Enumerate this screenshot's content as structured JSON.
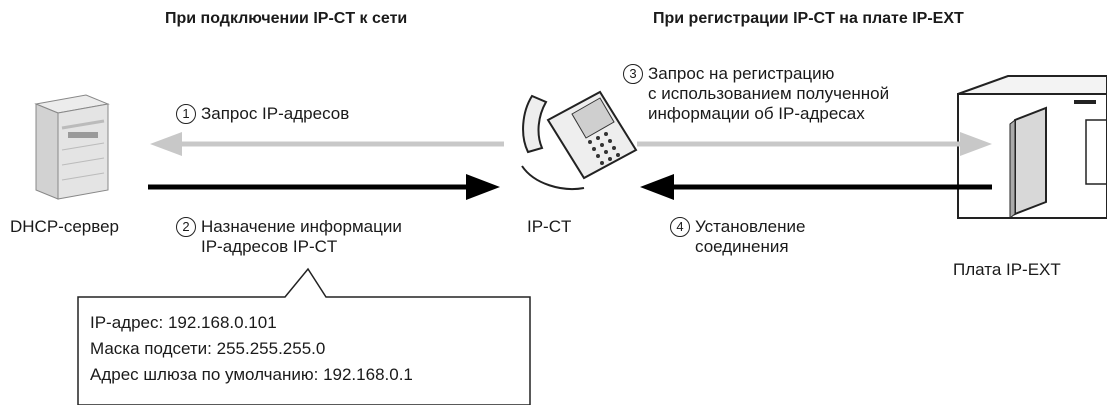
{
  "headings": {
    "left": "При подключении IP-CT к сети",
    "right": "При регистрации IP-CT на плате IP-EXT"
  },
  "devices": {
    "dhcp_server": "DHCP-сервер",
    "ip_ct": "IP-CT",
    "ip_ext_card": "Плата IP-EXT"
  },
  "steps": [
    {
      "number": "1",
      "lines": [
        "Запрос IP-адресов"
      ]
    },
    {
      "number": "2",
      "lines": [
        "Назначение информации",
        "IP-адресов IP-CT"
      ]
    },
    {
      "number": "3",
      "lines": [
        "Запрос на регистрацию",
        "с использованием полученной",
        "информации об IP-адресах"
      ]
    },
    {
      "number": "4",
      "lines": [
        "Установление",
        "соединения"
      ]
    }
  ],
  "callout": {
    "ip_address": "IP-адрес: 192.168.0.101",
    "subnet_mask": "Маска подсети: 255.255.255.0",
    "default_gateway": "Адрес шлюза по умолчанию: 192.168.0.1"
  },
  "colors": {
    "request_arrow": "#c8c8c8",
    "response_arrow": "#000000"
  }
}
